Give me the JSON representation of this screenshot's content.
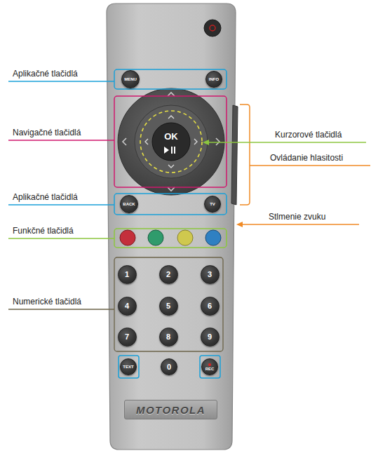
{
  "diagram": {
    "nodes": [
      {
        "text": [
          "MOTOROLA"
        ]
      },
      {
        "text": [
          "MENU"
        ],
        "in": 0
      },
      {
        "text": [
          "INFO"
        ],
        "in": 0
      },
      {
        "text": [
          "OK"
        ],
        "in": 0
      },
      {
        "text": [
          "BACK"
        ],
        "in": 0
      },
      {
        "text": [
          "TV"
        ],
        "in": 0
      },
      {
        "text": [
          "1"
        ],
        "in": 0
      },
      {
        "text": [
          "2"
        ],
        "in": 0
      },
      {
        "text": [
          "3"
        ],
        "in": 0
      },
      {
        "text": [
          "4"
        ],
        "in": 0
      },
      {
        "text": [
          "5"
        ],
        "in": 0
      },
      {
        "text": [
          "6"
        ],
        "in": 0
      },
      {
        "text": [
          "7"
        ],
        "in": 0
      },
      {
        "text": [
          "8"
        ],
        "in": 0
      },
      {
        "text": [
          "9"
        ],
        "in": 0
      },
      {
        "text": [
          "TEXT"
        ],
        "in": 0
      },
      {
        "text": [
          "0"
        ],
        "in": 0
      },
      {
        "text": [
          "REC"
        ],
        "in": 0
      }
    ],
    "labels": [
      "Aplikačné tlačidlá",
      "Navigačné tlačidlá",
      "Kurzorové tlačidlá",
      "Ovládanie hlasitosti",
      "Aplikačné tlačidlá",
      "Stlmenie zvuku",
      "Funkčné tlačidlá",
      "Numerické tlačidlá"
    ]
  }
}
